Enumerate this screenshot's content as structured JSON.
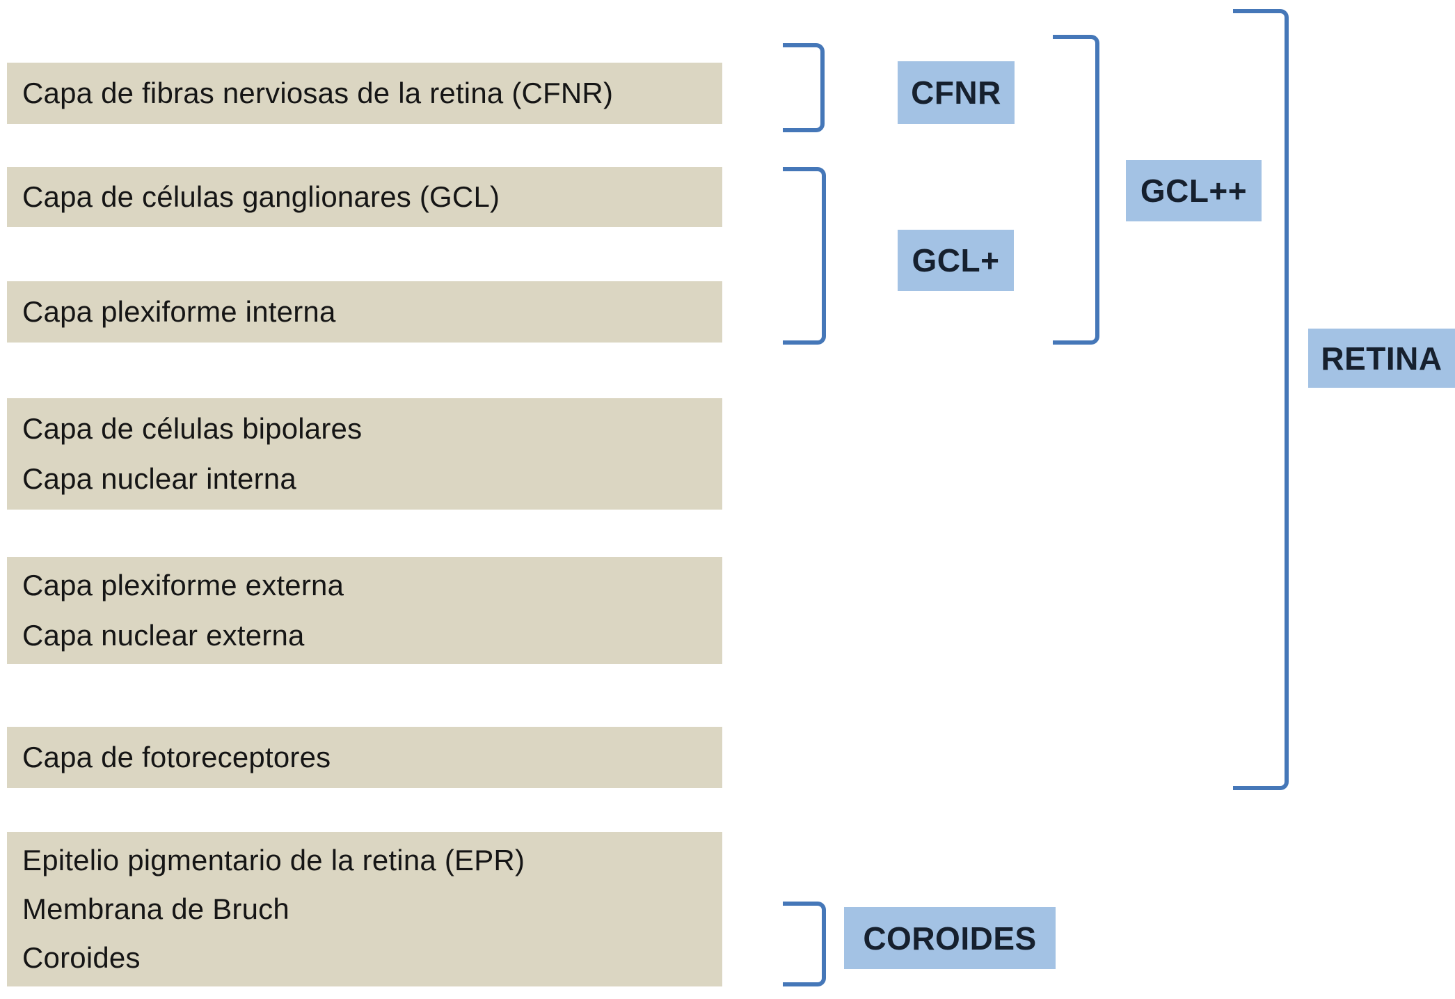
{
  "diagram": {
    "layers": [
      {
        "lines": [
          "Capa de fibras nerviosas de la retina (CFNR)"
        ]
      },
      {
        "lines": [
          "Capa de células ganglionares (GCL)"
        ]
      },
      {
        "lines": [
          "Capa plexiforme interna"
        ]
      },
      {
        "lines": [
          "Capa de células bipolares",
          "Capa nuclear interna"
        ]
      },
      {
        "lines": [
          "Capa plexiforme externa",
          "Capa nuclear externa"
        ]
      },
      {
        "lines": [
          "Capa de fotoreceptores"
        ]
      },
      {
        "lines": [
          "Epitelio pigmentario de la retina (EPR)",
          "Membrana de Bruch",
          "Coroides"
        ]
      }
    ],
    "labels": {
      "cfnr": "CFNR",
      "gcl_plus": "GCL+",
      "gcl_plus_plus": "GCL++",
      "retina": "RETINA",
      "coroides": "COROIDES"
    },
    "colors": {
      "layer_box_fill": "#dbd6c2",
      "label_fill": "#a3c2e4",
      "bracket_stroke": "#4577b8",
      "text": "#151515",
      "label_text": "#16202e",
      "background": "#ffffff"
    }
  }
}
